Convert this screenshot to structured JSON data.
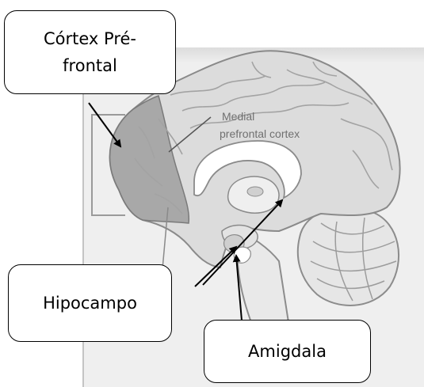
{
  "figure": {
    "inset_label": {
      "line1": "Medial",
      "line2": "prefrontal cortex"
    },
    "callouts": {
      "cortex": {
        "line1": "Córtex Pré-",
        "line2": "frontal"
      },
      "hipocampo": {
        "text": "Hipocampo"
      },
      "amigdala": {
        "text": "Amigdala"
      }
    },
    "colors": {
      "background_panel": "#ededed",
      "brain_fill": "#d9d9d9",
      "prefrontal_fill": "#a7a7a7",
      "outline": "#8c8c8c",
      "arrow": "#000000",
      "callout_border": "#000000"
    }
  }
}
